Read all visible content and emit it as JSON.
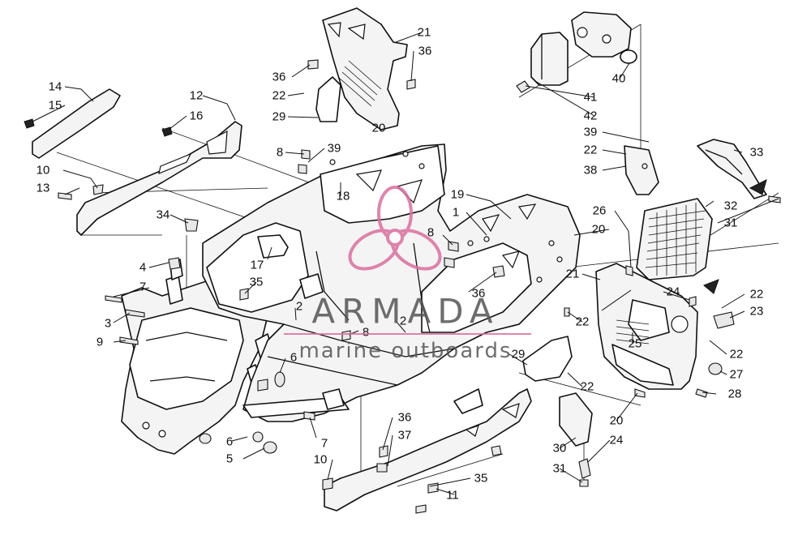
{
  "diagram": {
    "callouts": {
      "c1": "1",
      "c2a": "2",
      "c2b": "2",
      "c3": "3",
      "c4": "4",
      "c5": "5",
      "c6a": "6",
      "c6b": "6",
      "c7a": "7",
      "c7b": "7",
      "c8a": "8",
      "c8b": "8",
      "c8c": "8",
      "c9": "9",
      "c10a": "10",
      "c10b": "10",
      "c11": "11",
      "c12": "12",
      "c13": "13",
      "c14": "14",
      "c15": "15",
      "c16": "16",
      "c17": "17",
      "c18": "18",
      "c19": "19",
      "c20a": "20",
      "c20b": "20",
      "c20c": "20",
      "c21a": "21",
      "c21b": "21",
      "c22a": "22",
      "c22b": "22",
      "c22c": "22",
      "c22d": "22",
      "c22e": "22",
      "c22f": "22",
      "c23": "23",
      "c24a": "24",
      "c24b": "24",
      "c25": "25",
      "c26": "26",
      "c27": "27",
      "c28": "28",
      "c29a": "29",
      "c29b": "29",
      "c30": "30",
      "c31a": "31",
      "c31b": "31",
      "c32": "32",
      "c33": "33",
      "c34": "34",
      "c35a": "35",
      "c35b": "35",
      "c36a": "36",
      "c36b": "36",
      "c36c": "36",
      "c36d": "36",
      "c37": "37",
      "c38": "38",
      "c39a": "39",
      "c39b": "39",
      "c40": "40",
      "c41": "41",
      "c42": "42"
    }
  },
  "watermark": {
    "brand": "ARMADA",
    "tagline": "marine outboards",
    "logo_color": "#d9709f",
    "text_color": "#555555"
  }
}
